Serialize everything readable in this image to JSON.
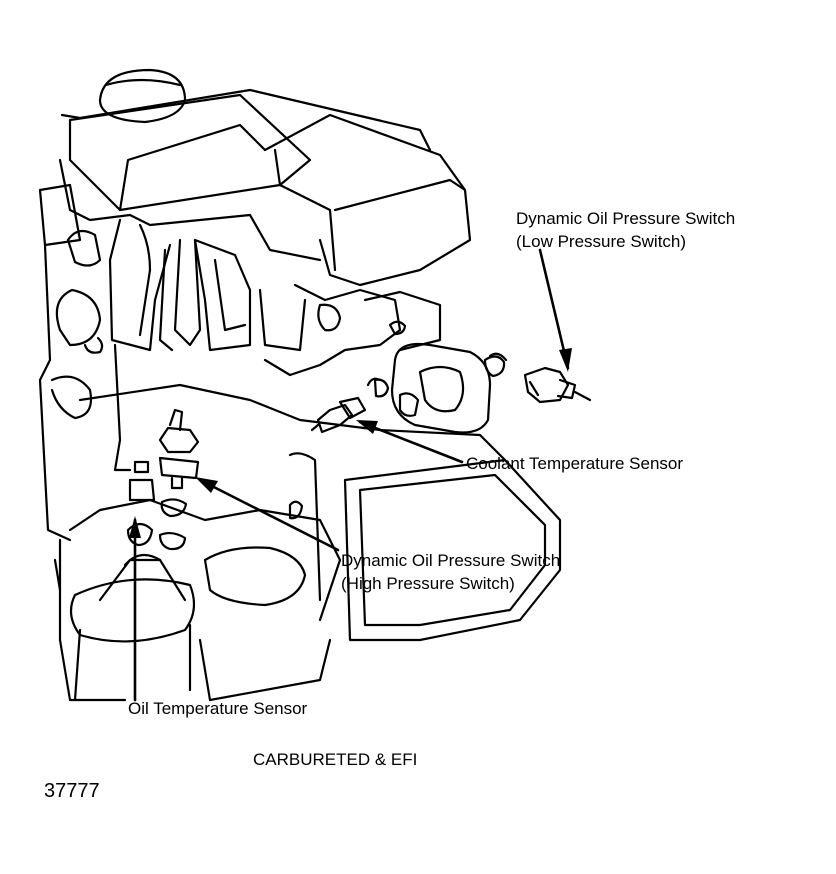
{
  "labels": {
    "low_switch_line1": "Dynamic Oil Pressure Switch",
    "low_switch_line2": "(Low Pressure Switch)",
    "coolant_sensor": "Coolant Temperature Sensor",
    "high_switch_line1": "Dynamic Oil Pressure Switch",
    "high_switch_line2": "(High Pressure Switch)",
    "oil_temp_sensor": "Oil Temperature Sensor",
    "caption": "CARBURETED & EFI",
    "figure_number": "37777"
  },
  "colors": {
    "ink": "#000000",
    "paper": "#ffffff"
  }
}
